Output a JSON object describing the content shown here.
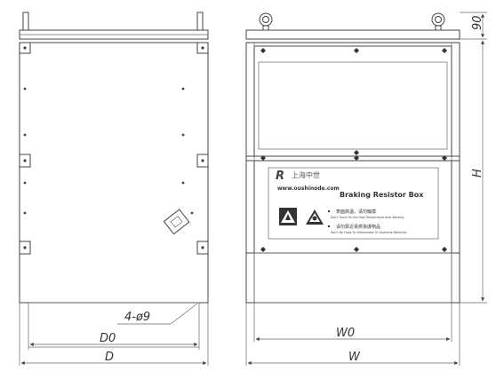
{
  "dims": {
    "hole_spec": "4-ø9",
    "d0": "D0",
    "d": "D",
    "w0": "W0",
    "w": "W",
    "h": "H",
    "top": "90"
  },
  "label_plate": {
    "logo_mark": "R",
    "logo_cn": "上海中世",
    "website": "www.oushinode.com",
    "title": "Braking Resistor Box",
    "warning_1_cn": "表面高温，请勿触摸",
    "warning_1_en": "Don't Touch On the High Temperature Area Working",
    "warning_2_cn": "请勿靠近易燃易爆物品",
    "warning_2_en": "Don't Be Close To Inflammable Or Explosive Materials"
  },
  "colors": {
    "line": "#444444",
    "plate_bg": "#f4f4f4",
    "warning_bg": "#333333",
    "warning_fg": "#ffffff"
  }
}
